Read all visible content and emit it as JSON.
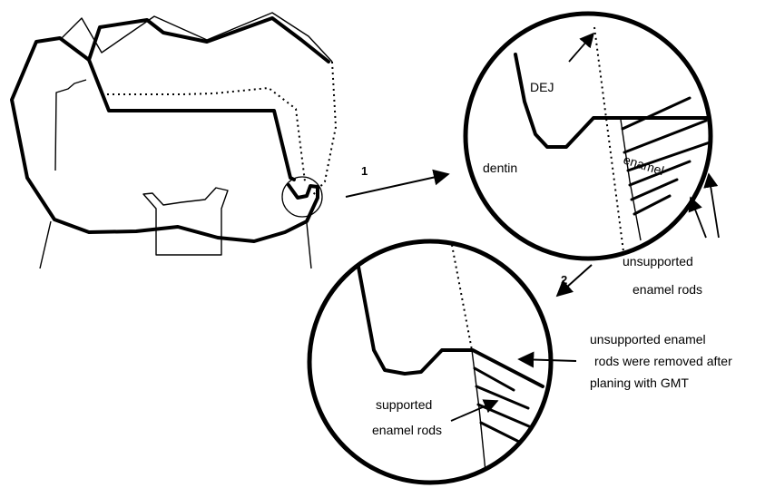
{
  "labels": {
    "dej": "DEJ",
    "dentin": "dentin",
    "enamel": "enamel",
    "unsupported_rods": [
      "unsupported",
      "enamel rods"
    ],
    "removed_note": [
      "unsupported enamel",
      "rods were removed after",
      "planing with GMT"
    ],
    "supported_rods": [
      "supported",
      "enamel rods"
    ],
    "step1": "1",
    "step2": "2"
  }
}
